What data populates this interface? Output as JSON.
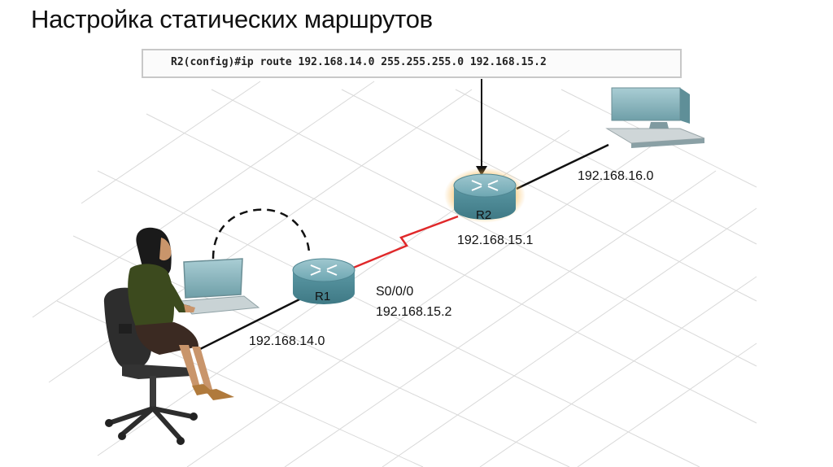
{
  "title": "Настройка статических маршрутов",
  "command": "R2(config)#ip route 192.168.14.0 255.255.255.0 192.168.15.2",
  "routers": {
    "r1": {
      "label": "R1"
    },
    "r2": {
      "label": "R2"
    }
  },
  "labels": {
    "net_16": "192.168.16.0",
    "r2_serial_ip": "192.168.15.1",
    "r1_interface": "S0/0/0",
    "r1_serial_ip": "192.168.15.2",
    "net_14": "192.168.14.0"
  },
  "colors": {
    "serial_link": "#e0282a",
    "router_body": "#5f9aa6",
    "router_highlight": "#f5a623",
    "grid": "#d9d9d9"
  },
  "icons": [
    "router-icon",
    "pc-icon",
    "laptop-icon",
    "user-figure-icon",
    "office-chair-icon"
  ]
}
